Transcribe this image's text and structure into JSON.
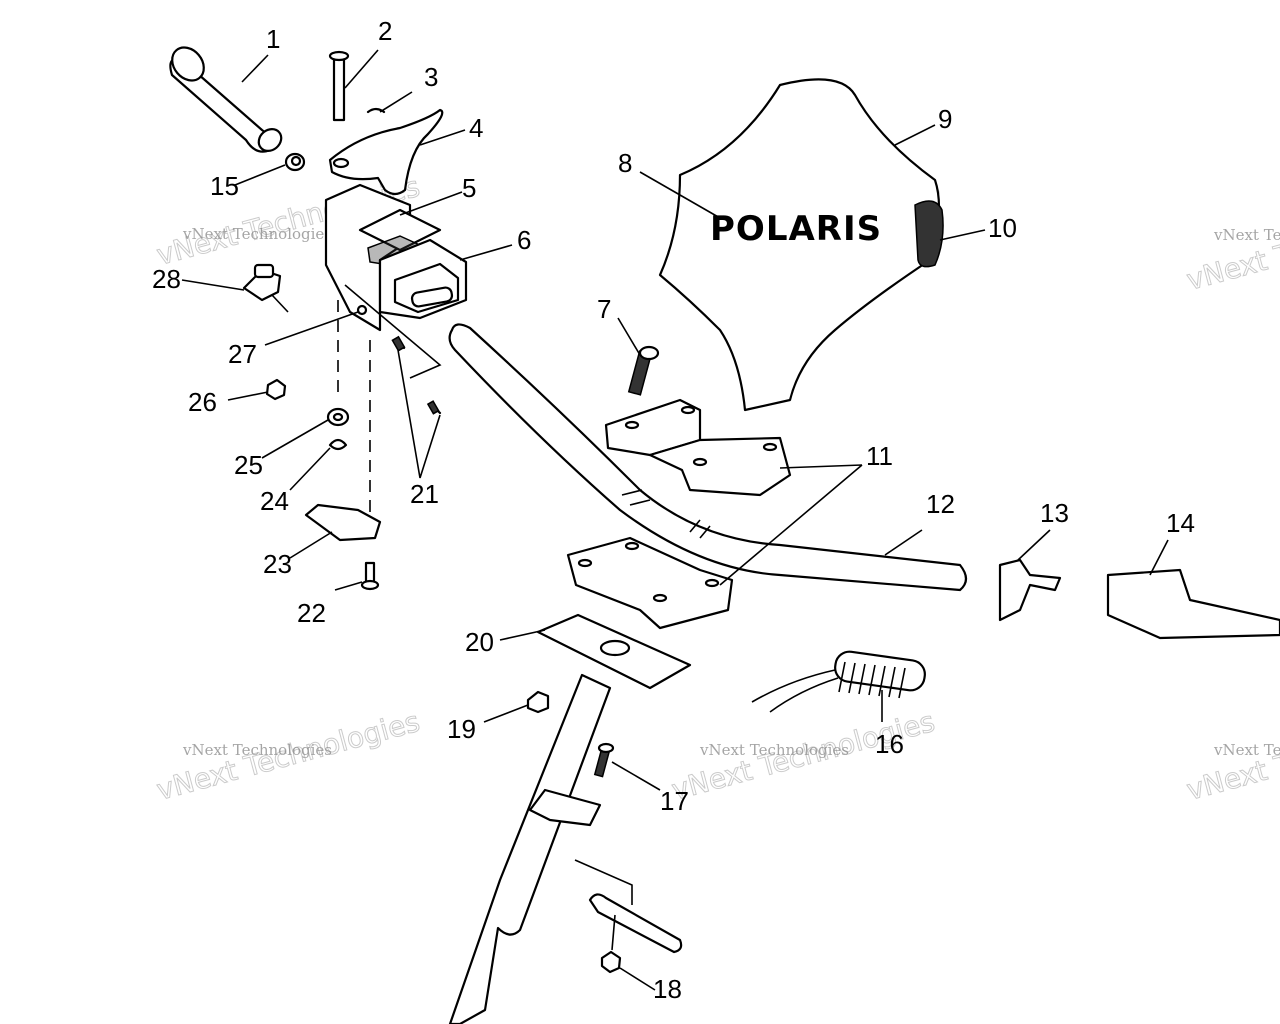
{
  "brand_text": "POLARIS",
  "watermark_small": "vNext Technologies",
  "watermark_big": "vNext Technologies",
  "callouts": [
    "1",
    "2",
    "3",
    "4",
    "5",
    "6",
    "7",
    "8",
    "9",
    "10",
    "11",
    "12",
    "13",
    "14",
    "15",
    "16",
    "17",
    "18",
    "19",
    "20",
    "21",
    "22",
    "23",
    "24",
    "25",
    "26",
    "27",
    "28"
  ],
  "colors": {
    "line": "#000000",
    "background": "#ffffff",
    "watermark": "#888888"
  }
}
